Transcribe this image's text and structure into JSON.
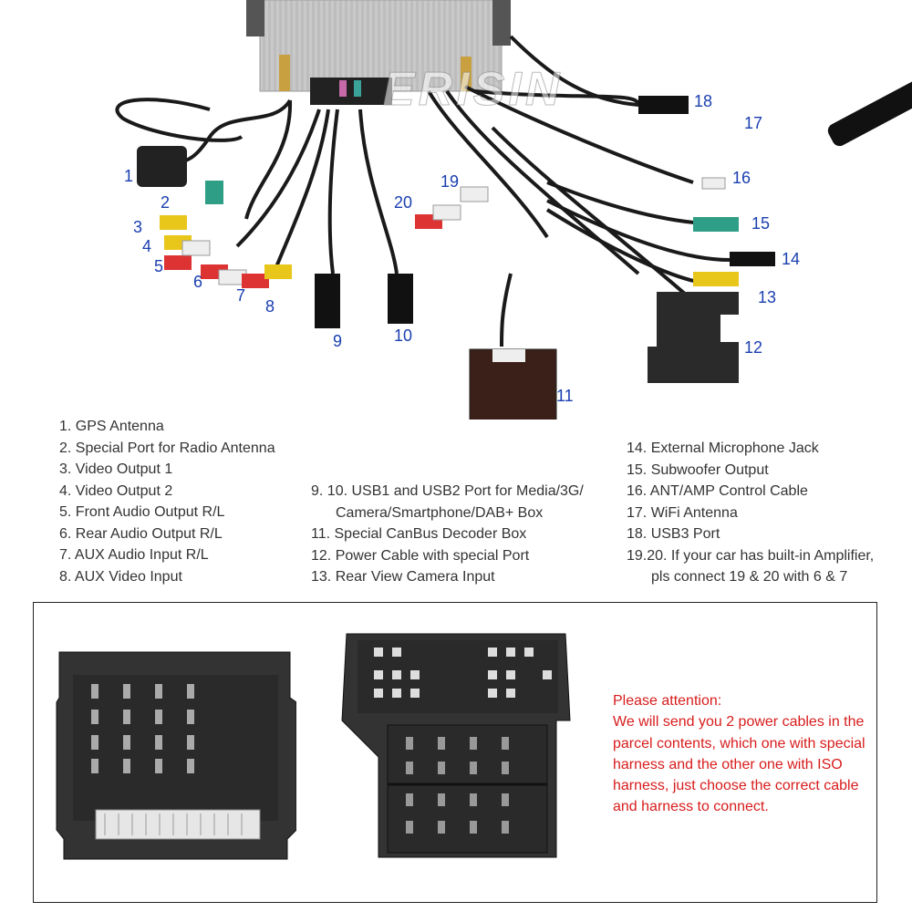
{
  "brand": "ERISIN",
  "callouts": [
    "1",
    "2",
    "3",
    "4",
    "5",
    "6",
    "7",
    "8",
    "9",
    "10",
    "11",
    "12",
    "13",
    "14",
    "15",
    "16",
    "17",
    "18",
    "19",
    "20"
  ],
  "legend_left": [
    "1. GPS Antenna",
    "2. Special Port for Radio Antenna",
    "3. Video Output 1",
    "4. Video Output 2",
    "5. Front Audio Output R/L",
    "6. Rear Audio Output R/L",
    "7. AUX Audio Input R/L",
    "8. AUX Video Input"
  ],
  "legend_middle": [
    "9. 10. USB1 and USB2 Port for Media/3G/",
    "Camera/Smartphone/DAB+ Box",
    "11. Special CanBus Decoder Box",
    "12. Power Cable with special Port",
    "13. Rear View Camera Input"
  ],
  "legend_right": [
    "14. External Microphone Jack",
    "15. Subwoofer Output",
    "16. ANT/AMP Control Cable",
    "17. WiFi Antenna",
    "18. USB3 Port",
    "19.20. If your car has built-in Amplifier,",
    "pls connect 19 & 20 with 6 & 7"
  ],
  "attention": [
    "Please attention:",
    "We will send you 2 power cables in the",
    "parcel contents, which one with special",
    "harness and the other one with ISO",
    "harness, just choose the correct cable",
    "and harness to connect."
  ],
  "colors": {
    "callout": "#1a3fb0",
    "attention": "#d81c1c",
    "text": "#333333"
  }
}
